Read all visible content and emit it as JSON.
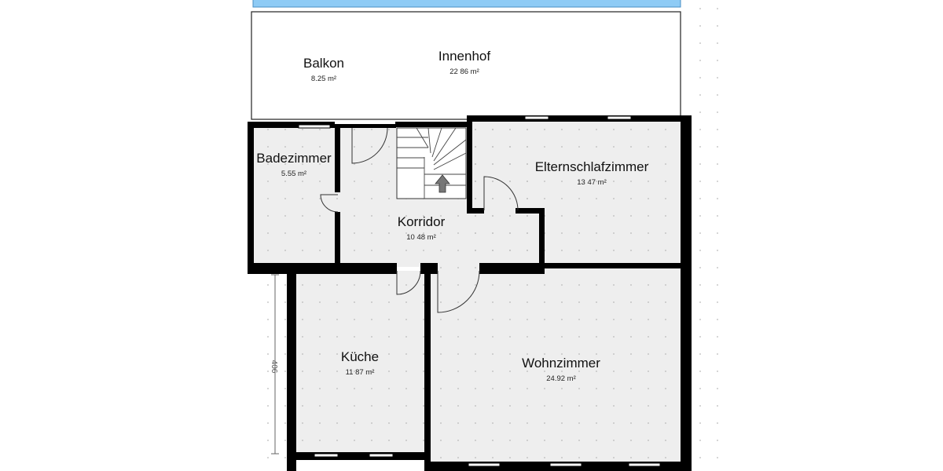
{
  "colors": {
    "wall": "#000000",
    "floor": "#eeeeee",
    "outdoor": "#ffffff",
    "water": "#8ecbf5",
    "dots": "#b9b9b9",
    "dimension": "#666666"
  },
  "rooms": [
    {
      "id": "balkon",
      "name": "Balkon",
      "area": "8.25 m²"
    },
    {
      "id": "innenhof",
      "name": "Innenhof",
      "area": "22 86 m²"
    },
    {
      "id": "badezimmer",
      "name": "Badezimmer",
      "area": "5.55 m²"
    },
    {
      "id": "elternschlafzimmer",
      "name": "Elternschlafzimmer",
      "area": "13 47 m²"
    },
    {
      "id": "korridor",
      "name": "Korridor",
      "area": "10 48 m²"
    },
    {
      "id": "kueche",
      "name": "Küche",
      "area": "11 87 m²"
    },
    {
      "id": "wohnzimmer",
      "name": "Wohnzimmer",
      "area": "24.92 m²"
    }
  ],
  "dimension": {
    "label": "406"
  },
  "icons": {
    "stairs": "stairs-up-arrow-icon",
    "door": "door-swing-icon",
    "window": "window-icon"
  }
}
